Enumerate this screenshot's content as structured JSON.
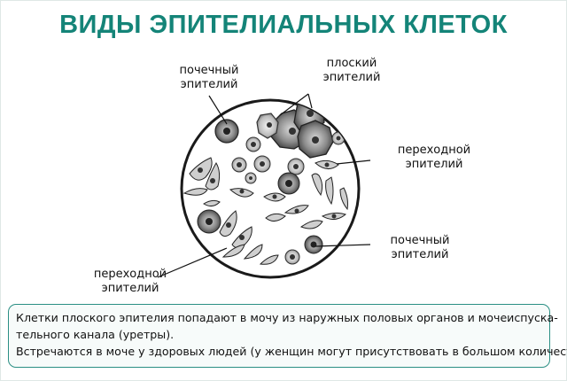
{
  "title": "ВИДЫ ЭПИТЕЛИАЛЬНЫХ КЛЕТОК",
  "labels": {
    "renal_top": [
      "почечный",
      "эпителий"
    ],
    "squamous": [
      "плоский",
      "эпителий"
    ],
    "transitional_right": [
      "переходной",
      "эпителий"
    ],
    "renal_right": [
      "почечный",
      "эпителий"
    ],
    "transitional_bottom": [
      "переходной",
      "эпителий"
    ]
  },
  "note": {
    "lines": [
      "Клетки плоского эпителия попадают в мочу из наружных половых органов и мочеиспуска-",
      "тельного канала (уретры).",
      "Встречаются в моче у здоровых людей (у женщин могут присутствовать в большом количестве)."
    ]
  },
  "colors": {
    "title": "#148478",
    "note_border": "#2b8f84"
  }
}
